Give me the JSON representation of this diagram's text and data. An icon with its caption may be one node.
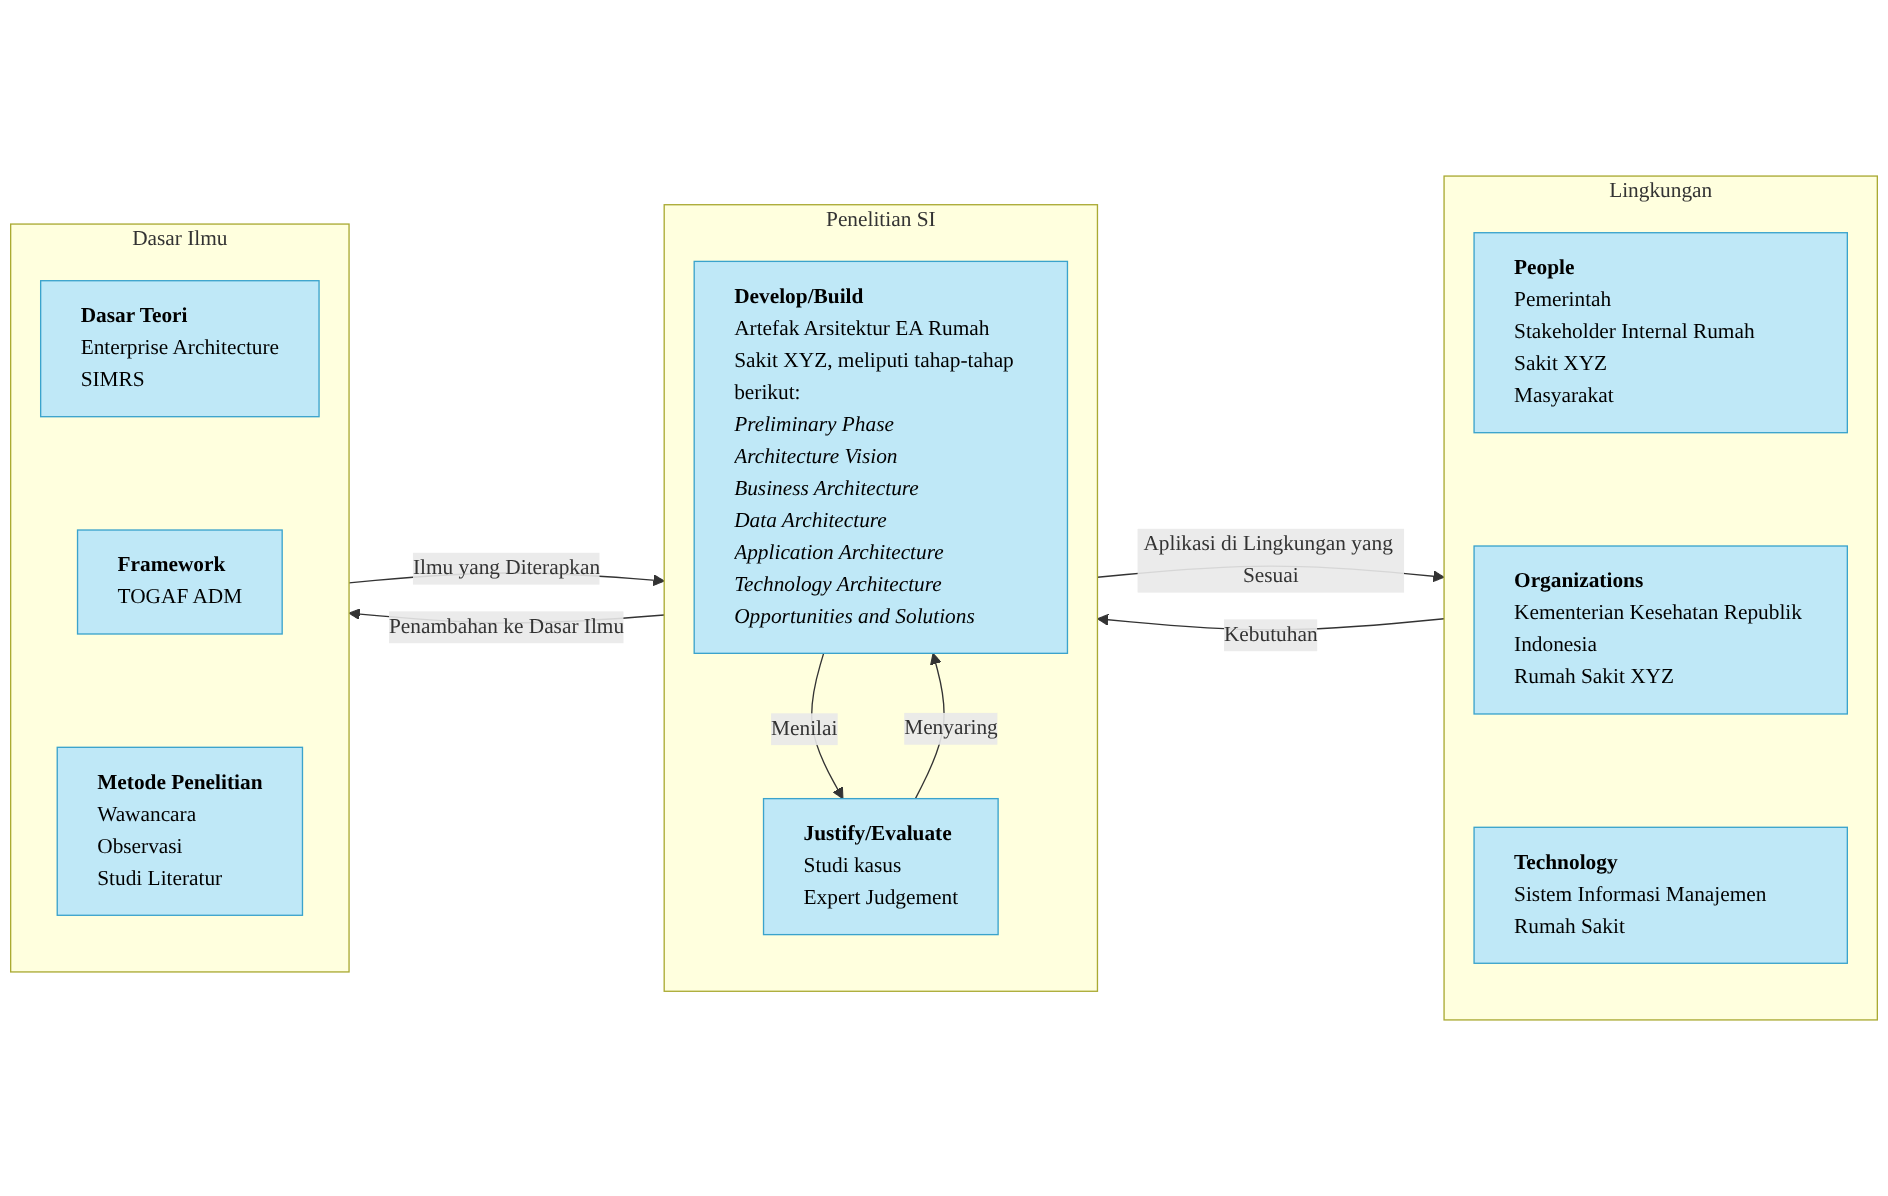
{
  "diagram": {
    "nodes": [
      {
        "text": [
          "Lingkungan"
        ]
      },
      {
        "text": [
          "People",
          "Pemerintah",
          "Stakeholder Internal Rumah Sakit XYZ",
          "Masyarakat"
        ],
        "in": 0
      },
      {
        "text": [
          "Organizations",
          "Kementerian Kesehatan Republik Indonesia",
          "Rumah Sakit XYZ"
        ],
        "in": 0
      },
      {
        "text": [
          "Technology",
          "Sistem Informasi Manajemen Rumah Sakit"
        ],
        "in": 0
      },
      {
        "text": [
          "Penelitian SI"
        ]
      },
      {
        "text": [
          "Develop/Build",
          "Artefak Arsitektur EA Rumah Sakit XYZ, meliputi tahap-tahap berikut:",
          "Preliminary Phase",
          "Architecture Vision",
          "Business Architecture",
          "Data Architecture",
          "Application Architecture",
          "Technology Architecture",
          "Opportunities and Solutions"
        ],
        "in": 4
      },
      {
        "text": [
          "Justify/Evaluate",
          "Studi kasus",
          "Expert Judgement"
        ],
        "in": 4
      },
      {
        "text": [
          "Dasar Ilmu"
        ]
      },
      {
        "text": [
          "Dasar Teori",
          "Enterprise Architecture",
          "SIMRS"
        ],
        "in": 7
      },
      {
        "text": [
          "Framework",
          "TOGAF ADM"
        ],
        "in": 7
      },
      {
        "text": [
          "Metode Penelitian",
          "Wawancara",
          "Observasi",
          "Studi Literatur"
        ],
        "in": 7
      }
    ],
    "edges": [
      {
        "from": 0,
        "to": 4,
        "arrow": "to",
        "label": "Kebutuhan"
      },
      {
        "from": 7,
        "to": 4,
        "arrow": "to",
        "label": "Ilmu yang Diterapkan"
      },
      {
        "from": 5,
        "to": 6,
        "arrow": "to",
        "label": "Menilai"
      },
      {
        "from": 6,
        "to": 5,
        "arrow": "to",
        "label": "Menyaring"
      },
      {
        "from": 4,
        "to": 0,
        "arrow": "to",
        "label": "Aplikasi di Lingkungan yang Sesuai"
      },
      {
        "from": 4,
        "to": 7,
        "arrow": "to",
        "label": "Penambahan ke Dasar Ilmu"
      }
    ]
  }
}
